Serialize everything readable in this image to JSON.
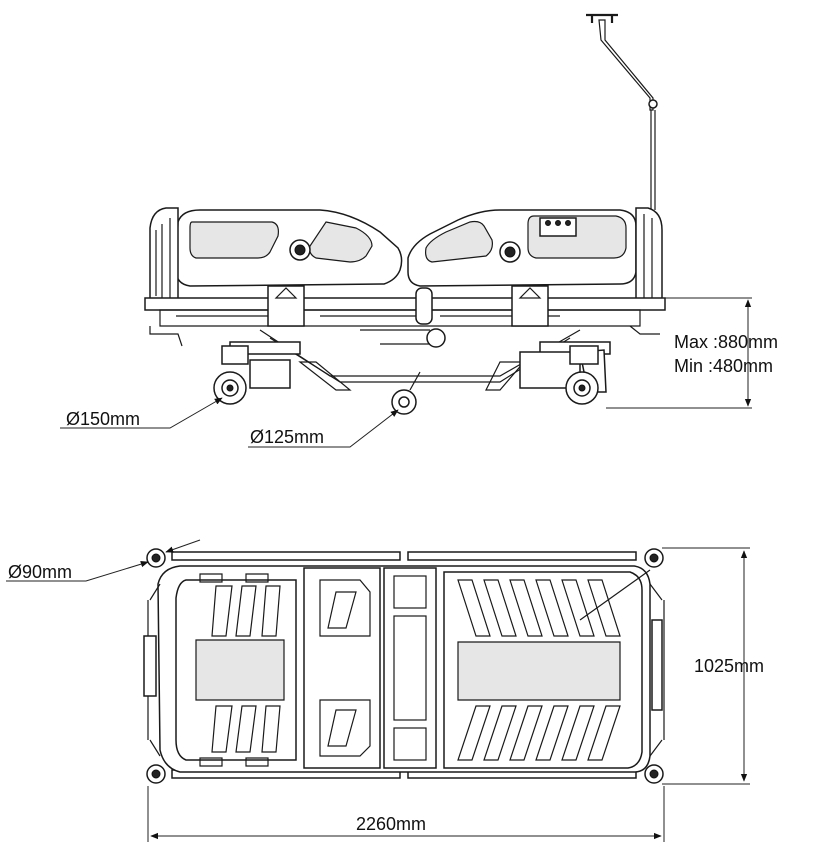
{
  "dimensions": {
    "height_max": "Max :880mm",
    "height_min": "Min  :480mm",
    "wheel_large": "Ø150mm",
    "wheel_small": "Ø125mm",
    "wheel_top": "Ø90mm",
    "width": "1025mm",
    "length": "2260mm"
  }
}
